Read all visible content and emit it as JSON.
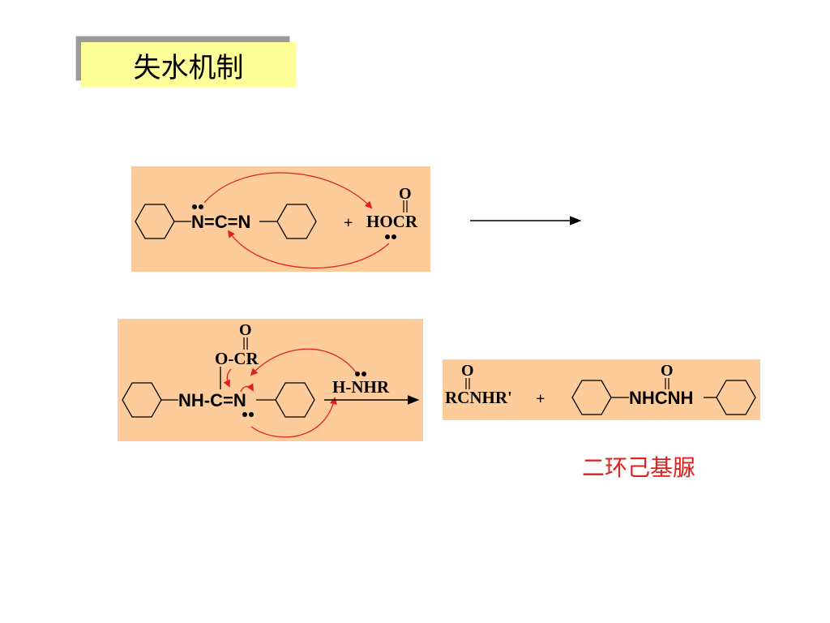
{
  "title": "失水机制",
  "reaction1": {
    "carbodiimide": "N=C=N",
    "plus": "+",
    "acid_main": "HOCR",
    "acid_oxygen": "O"
  },
  "reaction2": {
    "intermediate_main": "NH-C=N",
    "acyl_group": "O-CR",
    "acyl_oxygen": "O",
    "reagent": "H-NHR"
  },
  "products": {
    "amide_main": "RCNHR'",
    "amide_oxygen": "O",
    "plus": "+",
    "urea_main": "NHCNH",
    "urea_oxygen": "O"
  },
  "caption": "二环己基脲",
  "colors": {
    "title_bg": "#ffff99",
    "panel_bg": "#fdcc9a",
    "curved_arrow": "#e0201c",
    "caption": "#e0201c"
  }
}
